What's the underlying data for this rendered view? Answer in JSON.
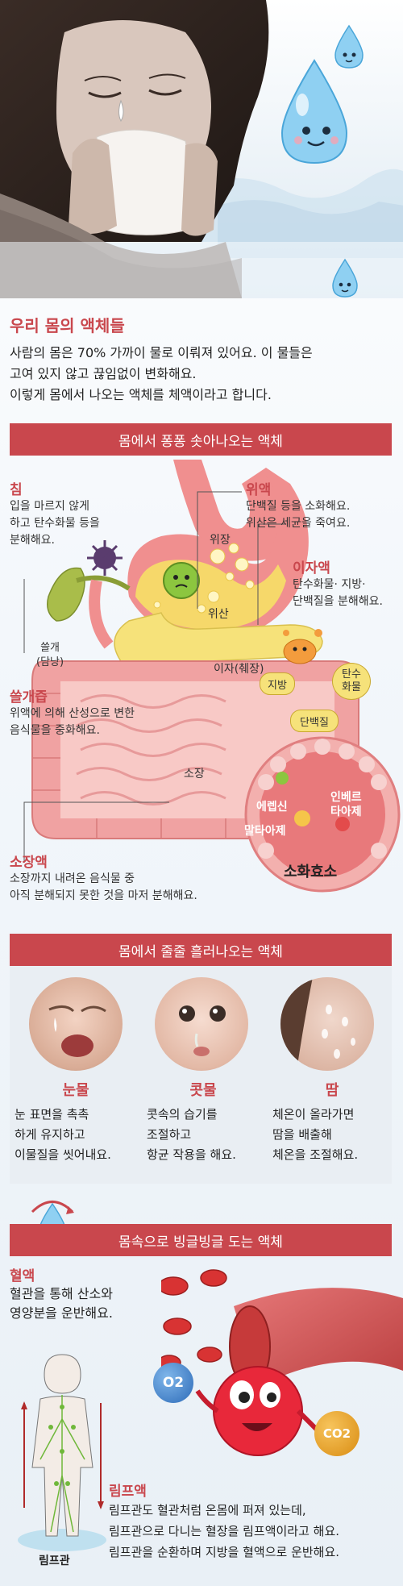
{
  "intro": {
    "title": "우리 몸의 액체들",
    "lines": [
      "사람의 몸은 70% 가까이 물로 이뤄져 있어요. 이 물들은",
      "고여 있지 않고 끊임없이 변화해요.",
      "이렇게 몸에서 나오는 액체를 체액이라고 합니다."
    ]
  },
  "section1": {
    "banner": "몸에서 퐁퐁 솟아나오는 액체",
    "organs": {
      "stomach": "위장",
      "gastric_acid": "위산",
      "pancreas": "이자(췌장)",
      "gallbladder": "쓸개\n(담낭)",
      "fat": "지방",
      "protein": "단백질",
      "carb": "탄수\n화물",
      "small_intestine": "소장"
    },
    "saliva": {
      "title": "침",
      "lines": [
        "입을 마르지 않게",
        "하고 탄수화물 등을",
        "분해해요."
      ]
    },
    "gastric": {
      "title": "위액",
      "lines": [
        "단백질 등을 소화해요.",
        "위산은 세균을 죽여요."
      ]
    },
    "pancreatic": {
      "title": "이자액",
      "lines": [
        "탄수화물· 지방·",
        "단백질을 분해해요."
      ]
    },
    "bile": {
      "title": "쓸개즙",
      "lines": [
        "위액에 의해 산성으로 변한",
        "음식물을 중화해요."
      ]
    },
    "intestinal": {
      "title": "소장액",
      "lines": [
        "소장까지 내려온 음식물 중",
        "아직 분해되지 못한 것을 마저 분해해요."
      ]
    },
    "enzymes": {
      "title": "소화효소",
      "erepsin": "에렙신",
      "invertase": "인베르\n타아제",
      "maltase": "말타아제"
    }
  },
  "section2": {
    "banner": "몸에서 줄줄 흘러나오는 액체",
    "items": [
      {
        "title": "눈물",
        "lines": [
          "눈 표면을 촉촉",
          "하게 유지하고",
          "이물질을 씻어내요."
        ]
      },
      {
        "title": "콧물",
        "lines": [
          "콧속의 습기를",
          "조절하고",
          "항균 작용을 해요."
        ]
      },
      {
        "title": "땀",
        "lines": [
          "체온이 올라가면",
          "땀을 배출해",
          "체온을 조절해요."
        ]
      }
    ]
  },
  "section3": {
    "banner": "몸속으로 빙글빙글 도는 액체",
    "blood": {
      "title": "혈액",
      "lines": [
        "혈관을 통해 산소와",
        "영양분을 운반해요."
      ]
    },
    "o2": "O2",
    "co2": "CO2",
    "lymph": {
      "title": "림프액",
      "lines": [
        "림프관도 혈관처럼 온몸에 퍼져 있는데,",
        "림프관으로 다니는 혈장을 림프액이라고 해요.",
        "림프관을 순환하며 지방을 혈액으로 운반해요."
      ]
    },
    "lymph_label": "림프관"
  },
  "colors": {
    "accent_red": "#c9474d",
    "water_blue": "#7cc3ea",
    "stomach_pink": "#f08f8f",
    "pancreas_yellow": "#f6e27a",
    "enzyme_bg": "#e8797b"
  }
}
